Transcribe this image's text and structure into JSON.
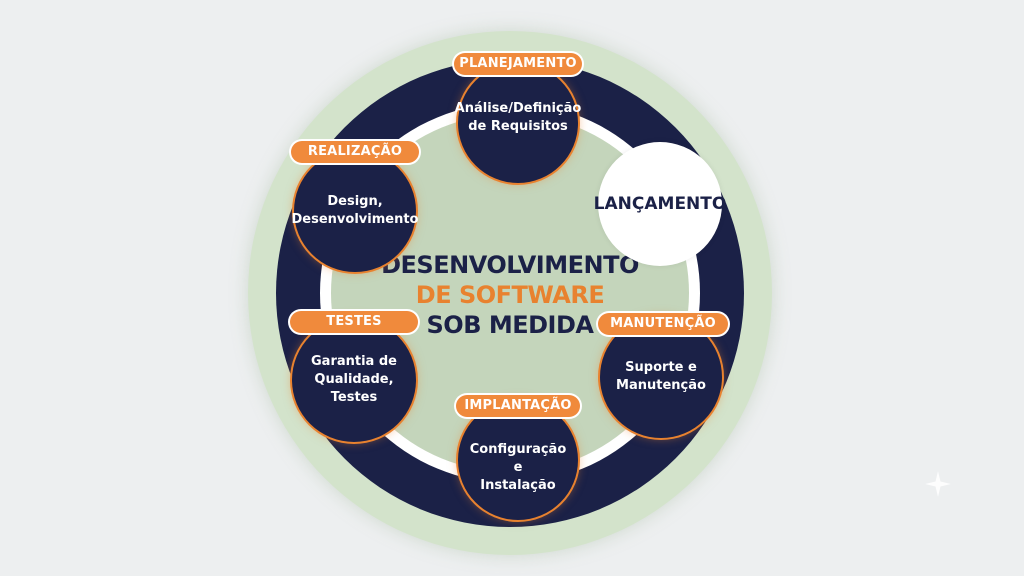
{
  "title": {
    "line1": "DESENVOLVIMENTO",
    "line2": "DE SOFTWARE",
    "line3": "SOB MEDIDA"
  },
  "stages": {
    "planejamento": {
      "tag": "PLANEJAMENTO",
      "text": "Análise/Definição\nde Requisitos"
    },
    "lancamento": {
      "text": "LANÇAMENTO"
    },
    "realizacao": {
      "tag": "REALIZAÇÃO",
      "text": "Design,\nDesenvolvimento"
    },
    "testes": {
      "tag": "TESTES",
      "text": "Garantia de\nQualidade,\nTestes"
    },
    "implantacao": {
      "tag": "IMPLANTAÇÃO",
      "text": "Configuração e\nInstalação"
    },
    "manutencao": {
      "tag": "MANUTENÇÃO",
      "text": "Suporte e\nManutenção"
    }
  },
  "colors": {
    "navy": "#1b2147",
    "orange": "#f08a3c",
    "outer_green": "#d3e3cb",
    "inner_green": "#c4d5bb",
    "background": "#edeff0"
  },
  "icons": {
    "corner": "sparkle-icon"
  }
}
